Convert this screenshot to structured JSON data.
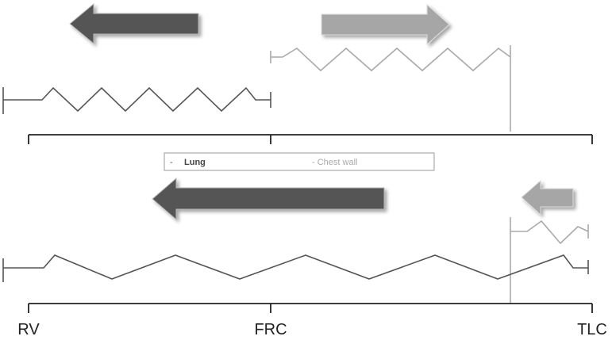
{
  "legend": {
    "lung_dash": "-",
    "lung_label": "Lung",
    "chest_wall_label": "- Chest wall"
  },
  "axis": {
    "left_label": "RV",
    "mid_label": "FRC",
    "right_label": "TLC"
  },
  "colors": {
    "lung": "#555555",
    "chest_wall": "#aaaaaa",
    "axis": "#222222",
    "legend_border": "#999999"
  },
  "icons": {
    "top_lung_arrow": "arrow-left",
    "top_chest_wall_arrow": "arrow-right",
    "bottom_lung_arrow": "arrow-left",
    "bottom_chest_wall_arrow": "arrow-left"
  }
}
